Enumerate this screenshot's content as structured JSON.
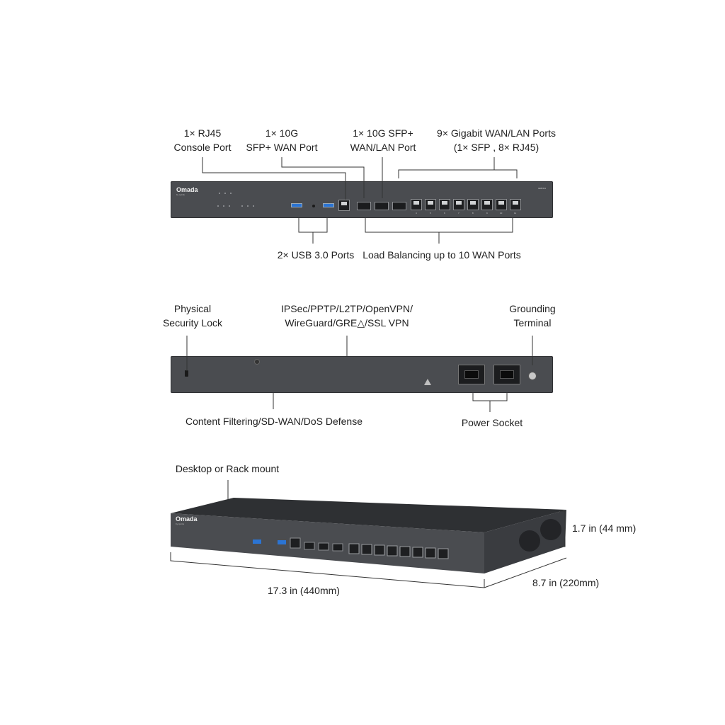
{
  "front_view": {
    "console_port": [
      "1× RJ45",
      "Console Port"
    ],
    "sfp_wan": [
      "1× 10G",
      "SFP+ WAN Port"
    ],
    "sfp_wanlan": [
      "1× 10G SFP+",
      "WAN/LAN Port"
    ],
    "gigabit_ports": [
      "9× Gigabit WAN/LAN Ports",
      "(1× SFP , 8× RJ45)"
    ],
    "usb_ports": "2× USB 3.0 Ports",
    "load_balancing": "Load Balancing up to 10 WAN Ports",
    "brand": "Omada",
    "brand_sub": "by tp-link",
    "model": "ER8411",
    "rj45_port_numbers": [
      "4",
      "5",
      "6",
      "7",
      "8",
      "9",
      "10",
      "11"
    ]
  },
  "rear_view": {
    "security_lock": [
      "Physical",
      "Security Lock"
    ],
    "vpn": [
      "IPSec/PPTP/L2TP/OpenVPN/",
      "WireGuard/GRE△/SSL VPN"
    ],
    "grounding": [
      "Grounding",
      "Terminal"
    ],
    "content_filtering": "Content Filtering/SD-WAN/DoS Defense",
    "power_socket": "Power Socket"
  },
  "dimension_view": {
    "mount": "Desktop or Rack mount",
    "height": "1.7 in (44 mm)",
    "depth": "8.7 in (220mm)",
    "width": "17.3 in (440mm)"
  },
  "colors": {
    "chassis": "#4a4c50",
    "usb_port": "#2b74d3",
    "line": "#333333"
  }
}
